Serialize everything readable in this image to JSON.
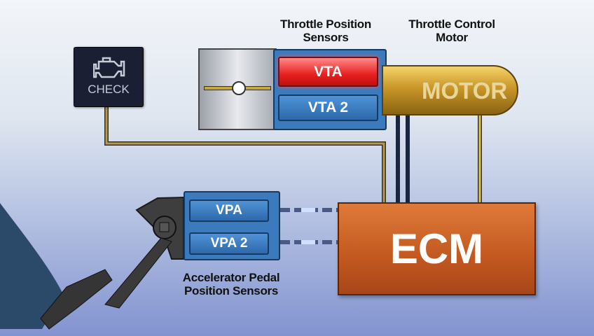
{
  "labels": {
    "throttle_position_sensors": [
      "Throttle Position",
      "Sensors"
    ],
    "throttle_control_motor": [
      "Throttle Control",
      "Motor"
    ],
    "accelerator_pedal_position_sensors": [
      "Accelerator Pedal",
      "Position Sensors"
    ]
  },
  "check_engine": {
    "label": "CHECK"
  },
  "sensors": {
    "vta": "VTA",
    "vta2": "VTA 2",
    "vpa": "VPA",
    "vpa2": "VPA 2"
  },
  "motor": {
    "label": "MOTOR"
  },
  "ecm": {
    "label": "ECM"
  },
  "colors": {
    "ecm": "#c2581f",
    "sensor": "#3b7bbd",
    "active_sensor": "#e81f1f",
    "motor": "#c99628"
  }
}
